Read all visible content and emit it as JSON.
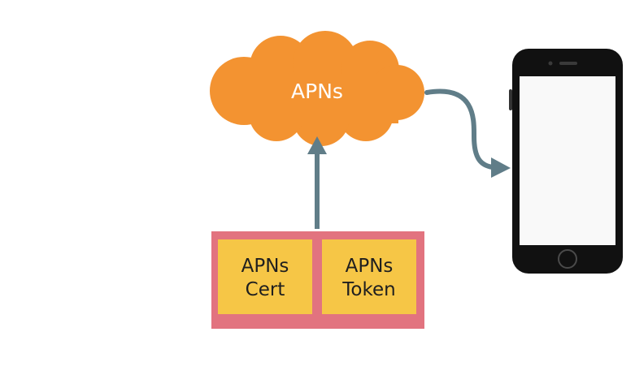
{
  "cloud": {
    "label": "APNs",
    "color": "#F39331"
  },
  "credentials": {
    "container_color": "#E2737F",
    "box_color": "#F6C646",
    "boxes": [
      {
        "line1": "APNs",
        "line2": "Cert"
      },
      {
        "line1": "APNs",
        "line2": "Token"
      }
    ]
  },
  "arrows": {
    "color": "#607D88"
  },
  "device": {
    "type": "smartphone",
    "body_color": "#111111",
    "screen_color": "#F9F9F9"
  }
}
